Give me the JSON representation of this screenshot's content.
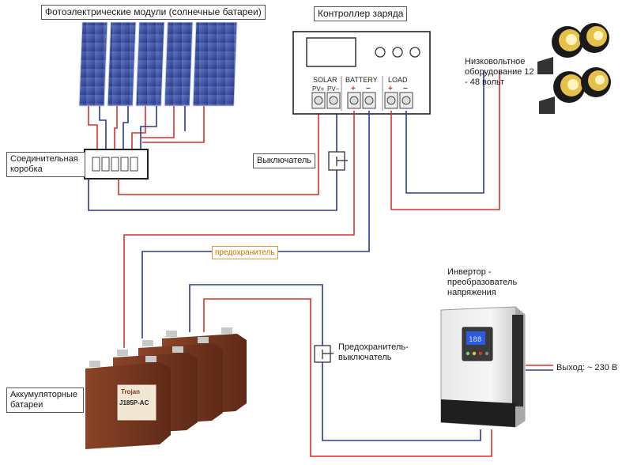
{
  "labels": {
    "solar_modules": "Фотоэлектрические модули (солнечные батареи)",
    "charge_controller": "Контроллер заряда",
    "junction_box": "Соединительная коробка",
    "switch": "Выключатель",
    "low_voltage": "Низковольтное оборудование 12 - 48 вольт",
    "fuse": "предохранитель",
    "inverter": "Инвертор - преобразователь напряжения",
    "fuse_switch": "Предохранитель- выключатель",
    "batteries": "Аккумуляторные батареи",
    "output": "Выход: ~ 230 В"
  },
  "controller": {
    "solar_label": "SOLAR",
    "battery_label": "BATTERY",
    "load_label": "LOAD",
    "pv_plus": "PV+",
    "pv_minus": "PV−",
    "plus": "+",
    "minus": "−"
  },
  "battery_brand": "Trojan",
  "battery_model": "J185P-AC",
  "colors": {
    "positive_wire": "#d9322b",
    "negative_wire": "#2b3a8f",
    "panel_blue": "#3a4fa0",
    "battery_brown": "#7a3a24",
    "fuse_orange": "#e0982a"
  },
  "icons": {
    "spotlight": "spotlight-icon",
    "battery": "battery-icon",
    "solar_panel": "solar-panel-icon",
    "inverter": "inverter-icon"
  }
}
